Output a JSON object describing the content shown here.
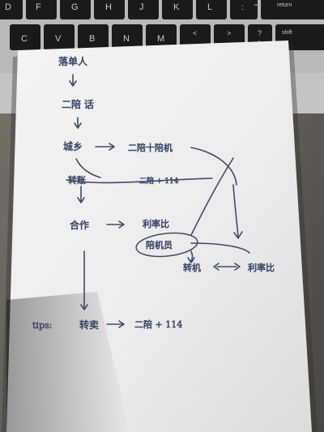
{
  "keyboard": {
    "row1": [
      "D",
      "F",
      "G",
      "H",
      "J",
      "K",
      "L",
      ":",
      "\"",
      "return"
    ],
    "row2": [
      "C",
      "V",
      "B",
      "N",
      "M",
      "<",
      ">",
      "?",
      "shift"
    ],
    "row2_sub": [
      ",",
      ".",
      "/"
    ]
  },
  "notes": {
    "n1": "落单人",
    "n2": "二陪 话",
    "n3": "城乡",
    "n4": "二陪十陪机",
    "n5": "转账",
    "n6": "二陪 + 114",
    "n7": "合作",
    "n8": "利率比",
    "n9": "陪机员",
    "n10": "转机",
    "n11": "利率比",
    "n12": "tips:",
    "n13": "转卖",
    "n14": "二陪 + 114"
  },
  "colors": {
    "ink": "#3f4a68",
    "paper": "#efefef",
    "laptop": "#b7b7b7",
    "keys": "#1b1b1b",
    "background": "#5f5c58"
  }
}
